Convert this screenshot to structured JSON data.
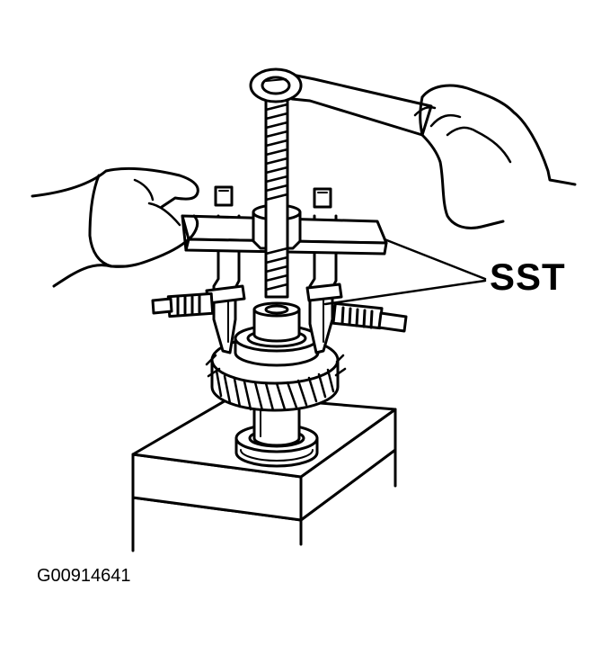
{
  "callout": {
    "label": "SST"
  },
  "figure": {
    "id": "G00914641"
  },
  "colors": {
    "ink": "#000000",
    "paper": "#ffffff"
  },
  "parts": [
    "hand-left",
    "hand-right",
    "wrench",
    "forcing-screw",
    "puller-crossbar",
    "puller-arms",
    "bolts",
    "bearing",
    "gear",
    "shaft",
    "lower-bearing",
    "work-block"
  ]
}
